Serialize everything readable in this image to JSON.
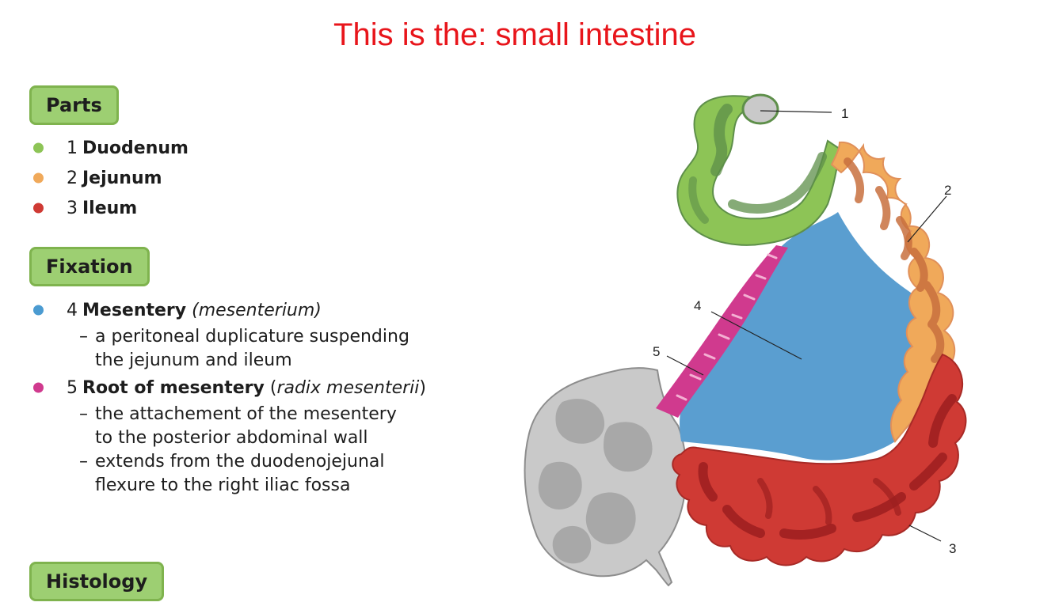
{
  "title": "This is the: small intestine",
  "sections": {
    "parts": {
      "heading": "Parts",
      "items": [
        {
          "num": "1",
          "name": "Duodenum",
          "color": "#8dc456"
        },
        {
          "num": "2",
          "name": "Jejunum",
          "color": "#f0a95a"
        },
        {
          "num": "3",
          "name": "Ileum",
          "color": "#cf3a34"
        }
      ]
    },
    "fixation": {
      "heading": "Fixation",
      "mesentery": {
        "num": "4",
        "name": "Mesentery",
        "latin": "(mesenterium)",
        "color": "#4b9bd1",
        "desc_line1": "a peritoneal duplicature suspending",
        "desc_line2": "the jejunum and ileum"
      },
      "root": {
        "num": "5",
        "name": "Root of mesentery",
        "latin_open": "(",
        "latin": "radix mesenterii",
        "latin_close": ")",
        "color": "#d03a8e",
        "desc1_line1": "the attachement of the mesentery",
        "desc1_line2": "to the posterior abdominal wall",
        "desc2_line1": "extends from the duodenojejunal",
        "desc2_line2": "flexure to the right iliac fossa"
      },
      "dash": "–"
    },
    "histology": {
      "heading": "Histology"
    }
  },
  "diagram": {
    "labels": [
      "1",
      "2",
      "3",
      "4",
      "5"
    ],
    "colors": {
      "duodenum": "#8dc456",
      "duodenum_dark": "#5e8f4a",
      "jejunum": "#f0a95a",
      "jejunum_dark": "#c8703e",
      "ileum": "#cf3a34",
      "ileum_dark": "#9c1f20",
      "mesentery": "#5a9ed0",
      "root": "#d03a8e",
      "colon": "#c9c9c9",
      "colon_dark": "#8d8d8d"
    }
  }
}
